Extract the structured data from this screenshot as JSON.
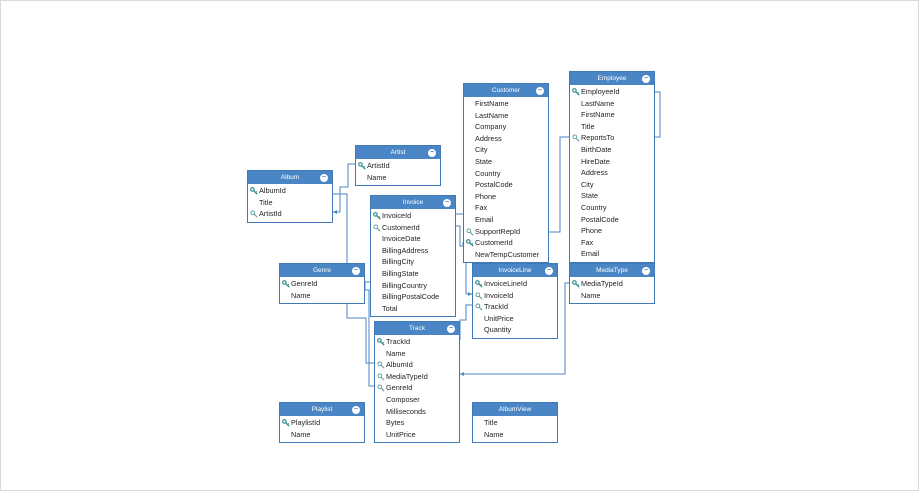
{
  "tables": [
    {
      "id": "album",
      "name": "Album",
      "collapse": "−",
      "fields": [
        {
          "name": "AlbumId",
          "key": "primary"
        },
        {
          "name": "Title",
          "key": ""
        },
        {
          "name": "ArtistId",
          "key": "foreign"
        }
      ]
    },
    {
      "id": "artist",
      "name": "Artist",
      "collapse": "−",
      "fields": [
        {
          "name": "ArtistId",
          "key": "primary"
        },
        {
          "name": "Name",
          "key": ""
        }
      ]
    },
    {
      "id": "customer",
      "name": "Customer",
      "collapse": "−",
      "fields": [
        {
          "name": "FirstName",
          "key": ""
        },
        {
          "name": "LastName",
          "key": ""
        },
        {
          "name": "Company",
          "key": ""
        },
        {
          "name": "Address",
          "key": ""
        },
        {
          "name": "City",
          "key": ""
        },
        {
          "name": "State",
          "key": ""
        },
        {
          "name": "Country",
          "key": ""
        },
        {
          "name": "PostalCode",
          "key": ""
        },
        {
          "name": "Phone",
          "key": ""
        },
        {
          "name": "Fax",
          "key": ""
        },
        {
          "name": "Email",
          "key": ""
        },
        {
          "name": "SupportRepId",
          "key": "foreign"
        },
        {
          "name": "CustomerId",
          "key": "primary"
        },
        {
          "name": "NewTempCustomer",
          "key": ""
        }
      ]
    },
    {
      "id": "employee",
      "name": "Employee",
      "collapse": "−",
      "fields": [
        {
          "name": "EmployeeId",
          "key": "primary"
        },
        {
          "name": "LastName",
          "key": ""
        },
        {
          "name": "FirstName",
          "key": ""
        },
        {
          "name": "Title",
          "key": ""
        },
        {
          "name": "ReportsTo",
          "key": "foreign"
        },
        {
          "name": "BirthDate",
          "key": ""
        },
        {
          "name": "HireDate",
          "key": ""
        },
        {
          "name": "Address",
          "key": ""
        },
        {
          "name": "City",
          "key": ""
        },
        {
          "name": "State",
          "key": ""
        },
        {
          "name": "Country",
          "key": ""
        },
        {
          "name": "PostalCode",
          "key": ""
        },
        {
          "name": "Phone",
          "key": ""
        },
        {
          "name": "Fax",
          "key": ""
        },
        {
          "name": "Email",
          "key": ""
        }
      ]
    },
    {
      "id": "invoice",
      "name": "Invoice",
      "collapse": "−",
      "fields": [
        {
          "name": "InvoiceId",
          "key": "primary"
        },
        {
          "name": "CustomerId",
          "key": "foreign"
        },
        {
          "name": "InvoiceDate",
          "key": ""
        },
        {
          "name": "BillingAddress",
          "key": ""
        },
        {
          "name": "BillingCity",
          "key": ""
        },
        {
          "name": "BillingState",
          "key": ""
        },
        {
          "name": "BillingCountry",
          "key": ""
        },
        {
          "name": "BillingPostalCode",
          "key": ""
        },
        {
          "name": "Total",
          "key": ""
        }
      ]
    },
    {
      "id": "genre",
      "name": "Genre",
      "collapse": "−",
      "fields": [
        {
          "name": "GenreId",
          "key": "primary"
        },
        {
          "name": "Name",
          "key": ""
        }
      ]
    },
    {
      "id": "invoiceline",
      "name": "InvoiceLine",
      "collapse": "−",
      "fields": [
        {
          "name": "InvoiceLineId",
          "key": "primary"
        },
        {
          "name": "InvoiceId",
          "key": "foreign"
        },
        {
          "name": "TrackId",
          "key": "foreign"
        },
        {
          "name": "UnitPrice",
          "key": ""
        },
        {
          "name": "Quantity",
          "key": ""
        }
      ]
    },
    {
      "id": "mediatype",
      "name": "MediaType",
      "collapse": "−",
      "fields": [
        {
          "name": "MediaTypeId",
          "key": "primary"
        },
        {
          "name": "Name",
          "key": ""
        }
      ]
    },
    {
      "id": "track",
      "name": "Track",
      "collapse": "−",
      "fields": [
        {
          "name": "TrackId",
          "key": "primary"
        },
        {
          "name": "Name",
          "key": ""
        },
        {
          "name": "AlbumId",
          "key": "foreign"
        },
        {
          "name": "MediaTypeId",
          "key": "foreign"
        },
        {
          "name": "GenreId",
          "key": "foreign"
        },
        {
          "name": "Composer",
          "key": ""
        },
        {
          "name": "Milliseconds",
          "key": ""
        },
        {
          "name": "Bytes",
          "key": ""
        },
        {
          "name": "UnitPrice",
          "key": ""
        }
      ]
    },
    {
      "id": "playlist",
      "name": "Playlist",
      "collapse": "−",
      "fields": [
        {
          "name": "PlaylistId",
          "key": "primary"
        },
        {
          "name": "Name",
          "key": ""
        }
      ]
    },
    {
      "id": "albumview",
      "name": "AlbumView",
      "collapse": "",
      "fields": [
        {
          "name": "Title",
          "key": ""
        },
        {
          "name": "Name",
          "key": ""
        }
      ]
    }
  ],
  "colors": {
    "header": "#4a86c5",
    "border": "#3f79b6",
    "link": "#4f86c0",
    "primary_key": "#2e8b8b",
    "foreign_key": "#5b9aa0"
  }
}
